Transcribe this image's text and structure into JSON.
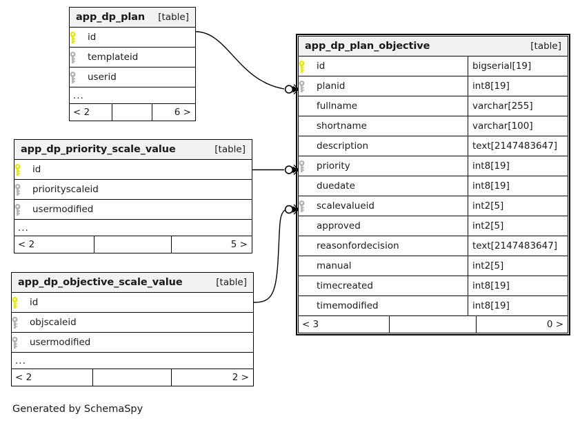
{
  "diagram": {
    "caption": "Generated by SchemaSpy",
    "kind_label": "[table]",
    "ellipsis": "...",
    "icons": {
      "primary_key": "key-icon-primary",
      "foreign_key": "key-icon-foreign"
    },
    "colors": {
      "primary_key": "#e8e800",
      "foreign_key": "#b3b3b3",
      "border": "#000000",
      "header_background": "#f2f2f2",
      "page_background": "#ffffff",
      "text": "#1a1a1a"
    }
  },
  "tables": [
    {
      "id": "app_dp_plan",
      "name": "app_dp_plan",
      "kind": "[table]",
      "emphasized": false,
      "show_types": false,
      "columns": [
        {
          "name": "id",
          "type": "",
          "key": "primary"
        },
        {
          "name": "templateid",
          "type": "",
          "key": "foreign"
        },
        {
          "name": "userid",
          "type": "",
          "key": "foreign"
        }
      ],
      "truncated": true,
      "footer": {
        "left": "< 2",
        "middle": "",
        "right": "6 >"
      }
    },
    {
      "id": "app_dp_priority_scale_value",
      "name": "app_dp_priority_scale_value",
      "kind": "[table]",
      "emphasized": false,
      "show_types": false,
      "columns": [
        {
          "name": "id",
          "type": "",
          "key": "primary"
        },
        {
          "name": "priorityscaleid",
          "type": "",
          "key": "foreign"
        },
        {
          "name": "usermodified",
          "type": "",
          "key": "foreign"
        }
      ],
      "truncated": true,
      "footer": {
        "left": "< 2",
        "middle": "",
        "right": "5 >"
      }
    },
    {
      "id": "app_dp_objective_scale_value",
      "name": "app_dp_objective_scale_value",
      "kind": "[table]",
      "emphasized": false,
      "show_types": false,
      "columns": [
        {
          "name": "id",
          "type": "",
          "key": "primary"
        },
        {
          "name": "objscaleid",
          "type": "",
          "key": "foreign"
        },
        {
          "name": "usermodified",
          "type": "",
          "key": "foreign"
        }
      ],
      "truncated": true,
      "footer": {
        "left": "< 2",
        "middle": "",
        "right": "2 >"
      }
    },
    {
      "id": "app_dp_plan_objective",
      "name": "app_dp_plan_objective",
      "kind": "[table]",
      "emphasized": true,
      "show_types": true,
      "columns": [
        {
          "name": "id",
          "type": "bigserial[19]",
          "key": "primary"
        },
        {
          "name": "planid",
          "type": "int8[19]",
          "key": "foreign"
        },
        {
          "name": "fullname",
          "type": "varchar[255]",
          "key": "none"
        },
        {
          "name": "shortname",
          "type": "varchar[100]",
          "key": "none"
        },
        {
          "name": "description",
          "type": "text[2147483647]",
          "key": "none"
        },
        {
          "name": "priority",
          "type": "int8[19]",
          "key": "foreign"
        },
        {
          "name": "duedate",
          "type": "int8[19]",
          "key": "none"
        },
        {
          "name": "scalevalueid",
          "type": "int2[5]",
          "key": "foreign"
        },
        {
          "name": "approved",
          "type": "int2[5]",
          "key": "none"
        },
        {
          "name": "reasonfordecision",
          "type": "text[2147483647]",
          "key": "none"
        },
        {
          "name": "manual",
          "type": "int2[5]",
          "key": "none"
        },
        {
          "name": "timecreated",
          "type": "int8[19]",
          "key": "none"
        },
        {
          "name": "timemodified",
          "type": "int8[19]",
          "key": "none"
        }
      ],
      "truncated": false,
      "footer": {
        "left": "< 3",
        "middle": "",
        "right": "0 >"
      }
    }
  ],
  "relationships": [
    {
      "id": "rel-plan-to-planid",
      "from_table": "app_dp_plan",
      "from_column": "id",
      "to_table": "app_dp_plan_objective",
      "to_column": "planid",
      "from_cardinality": "zero-or-one",
      "to_cardinality": "many"
    },
    {
      "id": "rel-priorityscalevalue-to-priority",
      "from_table": "app_dp_priority_scale_value",
      "from_column": "id",
      "to_table": "app_dp_plan_objective",
      "to_column": "priority",
      "from_cardinality": "zero-or-one",
      "to_cardinality": "many"
    },
    {
      "id": "rel-objectivescalevalue-to-scalevalueid",
      "from_table": "app_dp_objective_scale_value",
      "from_column": "id",
      "to_table": "app_dp_plan_objective",
      "to_column": "scalevalueid",
      "from_cardinality": "zero-or-one",
      "to_cardinality": "many"
    }
  ]
}
